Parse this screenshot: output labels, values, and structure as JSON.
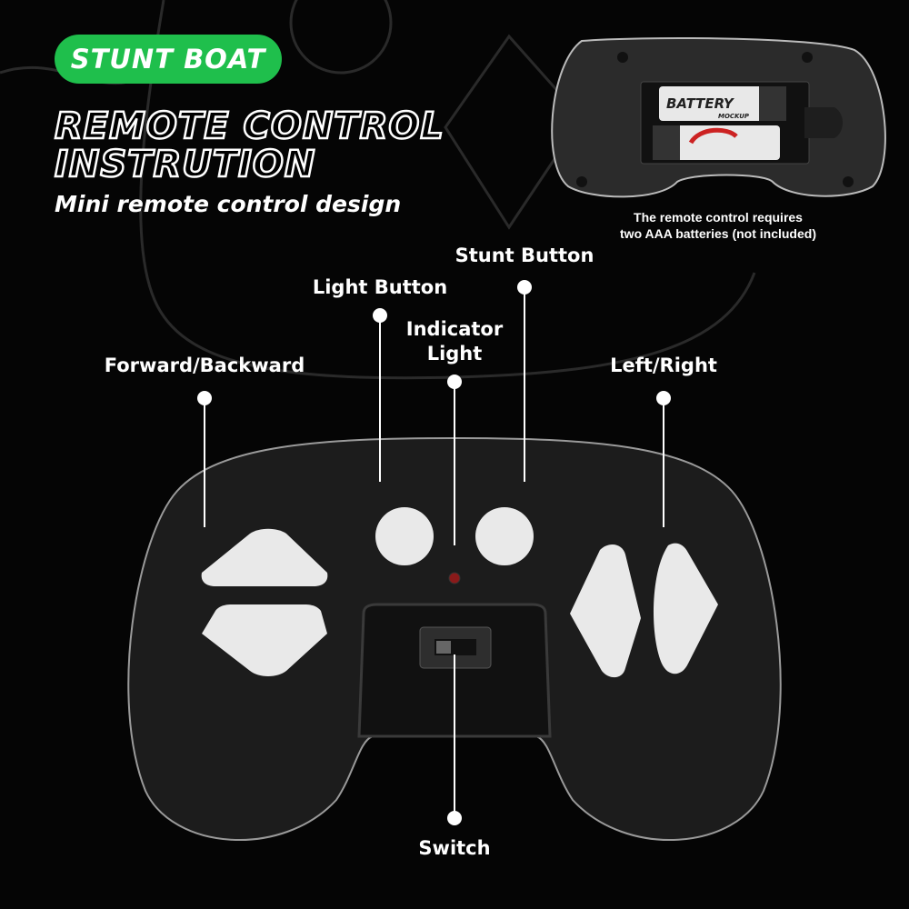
{
  "badge": "STUNT BOAT",
  "title_line1": "REMOTE CONTROL",
  "title_line2": "INSTRUTION",
  "subtitle": "Mini remote control design",
  "battery_caption_line1": "The remote control requires",
  "battery_caption_line2": "two AAA batteries (not included)",
  "battery_brand": "BATTERY",
  "battery_sub": "MOCKUP",
  "labels": {
    "stunt": "Stunt Button",
    "light": "Light Button",
    "indicator_line1": "Indicator",
    "indicator_line2": "Light",
    "forward": "Forward/Backward",
    "leftright": "Left/Right",
    "switch": "Switch"
  },
  "colors": {
    "accent": "#1fbf4c",
    "led": "#8a1a1a"
  }
}
